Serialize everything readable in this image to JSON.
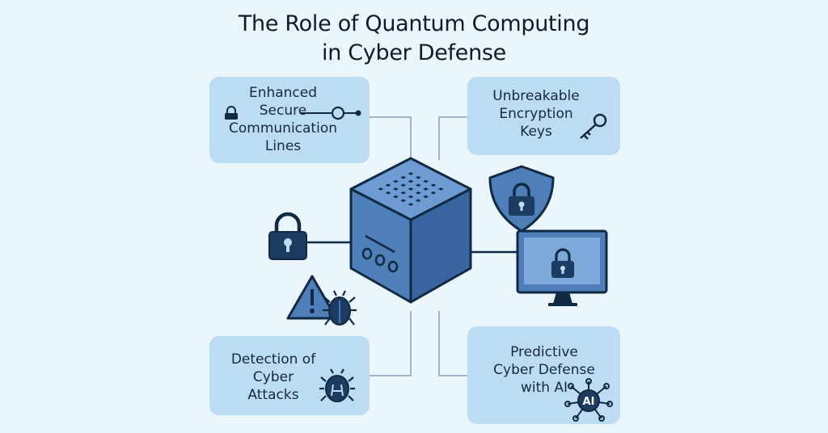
{
  "title": {
    "line1": "The Role of Quantum Computing",
    "line2": "in Cyber Defense"
  },
  "cards": {
    "top_left": {
      "lines": [
        "Enhanced",
        "Secure",
        "Communication",
        "Lines"
      ]
    },
    "top_right": {
      "lines": [
        "Unbreakable",
        "Encryption",
        "Keys"
      ]
    },
    "bottom_left": {
      "lines": [
        "Detection of",
        "Cyber",
        "Attacks"
      ]
    },
    "bottom_right": {
      "lines": [
        "Predictive",
        "Cyber Defense",
        "with AI"
      ]
    }
  },
  "ai_badge": "AI",
  "icons": {
    "top_left": [
      "lock-icon",
      "connection-node-icon"
    ],
    "top_right": [
      "key-icon"
    ],
    "bottom_left": [
      "bug-icon"
    ],
    "bottom_right": [
      "ai-network-icon"
    ],
    "center": [
      "quantum-computer-icon"
    ],
    "left": [
      "padlock-icon",
      "warning-bug-icon"
    ],
    "right": [
      "shield-lock-icon",
      "monitor-lock-icon"
    ]
  },
  "colors": {
    "background": "#eaf5fc",
    "card": "#bcdcf3",
    "outline": "#102a43",
    "cube_front": "#4e7fb8",
    "cube_side": "#3a64a0",
    "cube_top": "#6e9cd2",
    "connector": "#9eb5c8"
  }
}
